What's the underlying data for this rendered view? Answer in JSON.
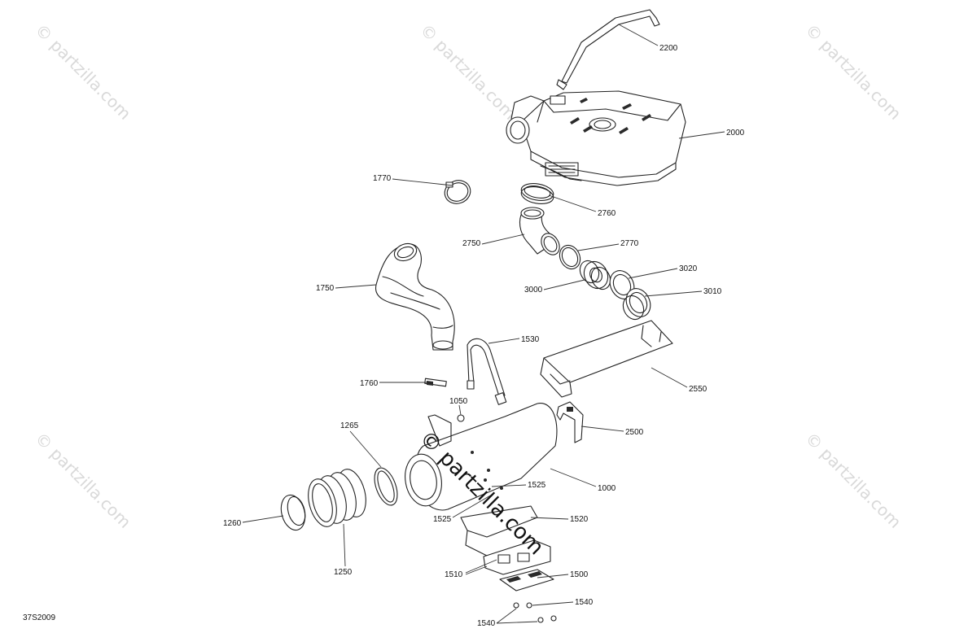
{
  "diagram": {
    "drawing_number": "37S2009",
    "watermark": "© partzilla.com",
    "center_watermark": "© partzilla.com",
    "callouts": [
      {
        "id": "c2200",
        "label": "2200"
      },
      {
        "id": "c2000",
        "label": "2000"
      },
      {
        "id": "c1770",
        "label": "1770"
      },
      {
        "id": "c2760",
        "label": "2760"
      },
      {
        "id": "c2750",
        "label": "2750"
      },
      {
        "id": "c2770",
        "label": "2770"
      },
      {
        "id": "c3020",
        "label": "3020"
      },
      {
        "id": "c3000",
        "label": "3000"
      },
      {
        "id": "c3010",
        "label": "3010"
      },
      {
        "id": "c1750",
        "label": "1750"
      },
      {
        "id": "c1530",
        "label": "1530"
      },
      {
        "id": "c1760",
        "label": "1760"
      },
      {
        "id": "c2550",
        "label": "2550"
      },
      {
        "id": "c1050",
        "label": "1050"
      },
      {
        "id": "c2500",
        "label": "2500"
      },
      {
        "id": "c1265",
        "label": "1265"
      },
      {
        "id": "c1000",
        "label": "1000"
      },
      {
        "id": "c1525a",
        "label": "1525"
      },
      {
        "id": "c1525b",
        "label": "1525"
      },
      {
        "id": "c1520",
        "label": "1520"
      },
      {
        "id": "c1260",
        "label": "1260"
      },
      {
        "id": "c1250",
        "label": "1250"
      },
      {
        "id": "c1510",
        "label": "1510"
      },
      {
        "id": "c1500",
        "label": "1500"
      },
      {
        "id": "c1540a",
        "label": "1540"
      },
      {
        "id": "c1540b",
        "label": "1540"
      }
    ]
  }
}
